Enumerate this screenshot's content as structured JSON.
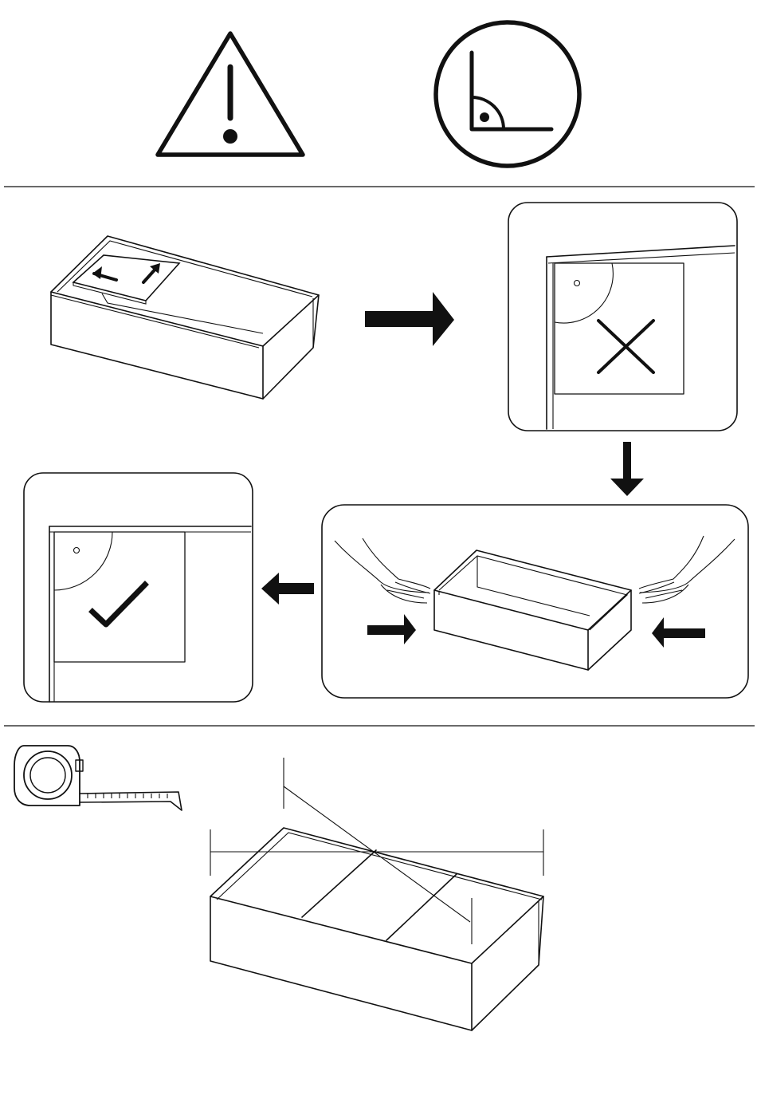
{
  "icons": {
    "warning": "warning-triangle-icon",
    "right_angle": "right-angle-check-icon",
    "tape_measure": "tape-measure-icon"
  },
  "steps": [
    {
      "id": "step-push-panel",
      "depicts": "arrow-icon"
    },
    {
      "id": "step-wrong-corner",
      "depicts": "cross-icon"
    },
    {
      "id": "step-press-sides",
      "depicts": "hands-icon"
    },
    {
      "id": "step-correct-corner",
      "depicts": "checkmark-icon"
    },
    {
      "id": "step-measure-diagonals",
      "depicts": "diagonal-lines"
    }
  ],
  "colors": {
    "ink": "#111111",
    "paper": "#ffffff"
  }
}
